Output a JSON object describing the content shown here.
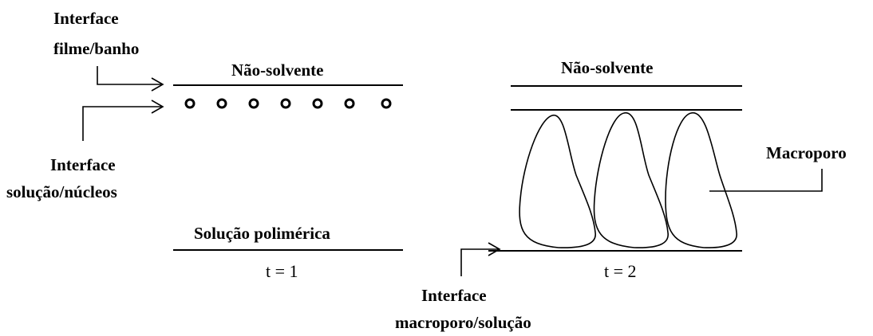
{
  "left_panel": {
    "top_phase": "Não-solvente",
    "bottom_phase": "Solução polimérica",
    "time": "t = 1",
    "nuclei_count": 7,
    "interface_film_bath": [
      "Interface",
      "filme/banho"
    ],
    "interface_solution_nuclei": [
      "Interface",
      "solução/núcleos"
    ]
  },
  "right_panel": {
    "top_phase": "Não-solvente",
    "time": "t = 2",
    "macropore_label": "Macroporo",
    "macropore_count": 3,
    "interface_macropore_solution": [
      "Interface",
      "macroporo/solução"
    ]
  }
}
